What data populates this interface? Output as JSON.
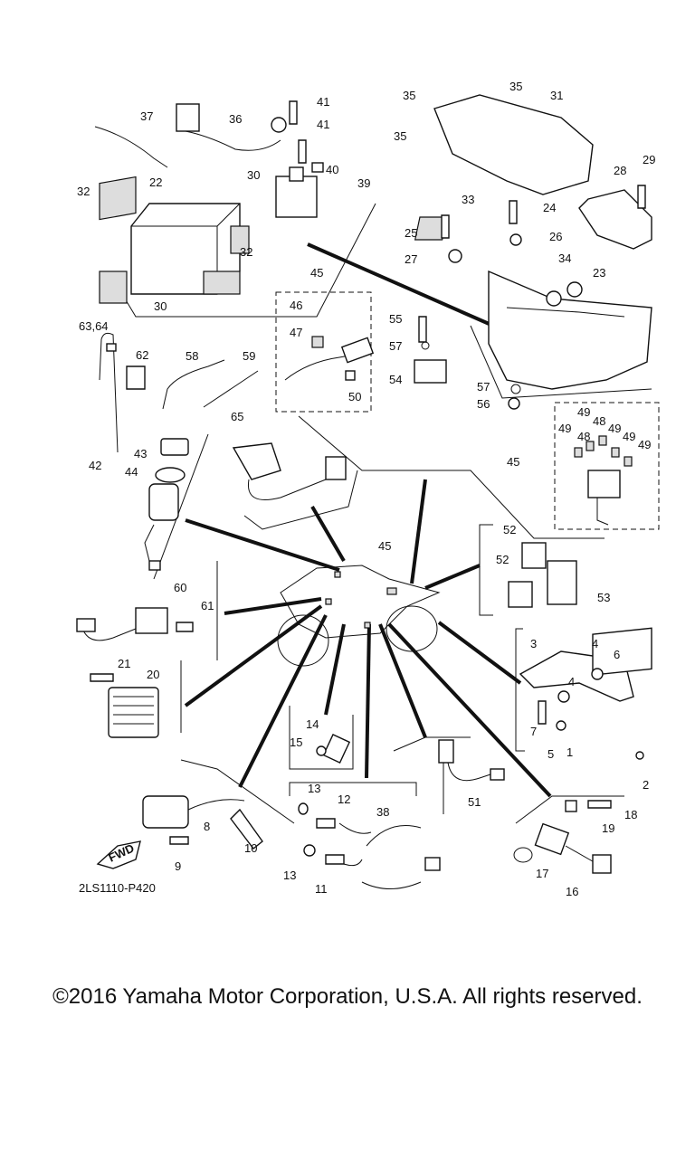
{
  "diagram": {
    "drawing_code": "2LS1110-P420",
    "direction_label": "FWD",
    "callouts": {
      "c35a": "35",
      "c35b": "35",
      "c35c": "35",
      "c31": "31",
      "c41a": "41",
      "c41b": "41",
      "c37": "37",
      "c36": "36",
      "c40": "40",
      "c39": "39",
      "c30a": "30",
      "c30b": "30",
      "c32a": "32",
      "c32b": "32",
      "c22": "22",
      "c33": "33",
      "c24": "24",
      "c25": "25",
      "c26": "26",
      "c27": "27",
      "c28": "28",
      "c29": "29",
      "c34": "34",
      "c23": "23",
      "c45a": "45",
      "c46": "46",
      "c47": "47",
      "c50": "50",
      "c55": "55",
      "c57a": "57",
      "c54": "54",
      "c57b": "57",
      "c56": "56",
      "c6364": "63,64",
      "c62": "62",
      "c58": "58",
      "c59": "59",
      "c43": "43",
      "c42": "42",
      "c44": "44",
      "c65": "65",
      "c49a": "49",
      "c48a": "48",
      "c49b": "49",
      "c49c": "49",
      "c48b": "48",
      "c49d": "49",
      "c49e": "49",
      "c45b": "45",
      "c45c": "45",
      "c52a": "52",
      "c52b": "52",
      "c53": "53",
      "c60": "60",
      "c61": "61",
      "c3": "3",
      "c4a": "4",
      "c6": "6",
      "c4b": "4",
      "c7": "7",
      "c5": "5",
      "c1": "1",
      "c2": "2",
      "c21": "21",
      "c20": "20",
      "c14": "14",
      "c15": "15",
      "c13a": "13",
      "c12": "12",
      "c38": "38",
      "c51": "51",
      "c18": "18",
      "c19": "19",
      "c8": "8",
      "c9": "9",
      "c10": "10",
      "c13b": "13",
      "c11": "11",
      "c17": "17",
      "c16": "16"
    }
  },
  "footer": {
    "copyright": "©2016 Yamaha Motor Corporation, U.S.A. All rights reserved."
  }
}
